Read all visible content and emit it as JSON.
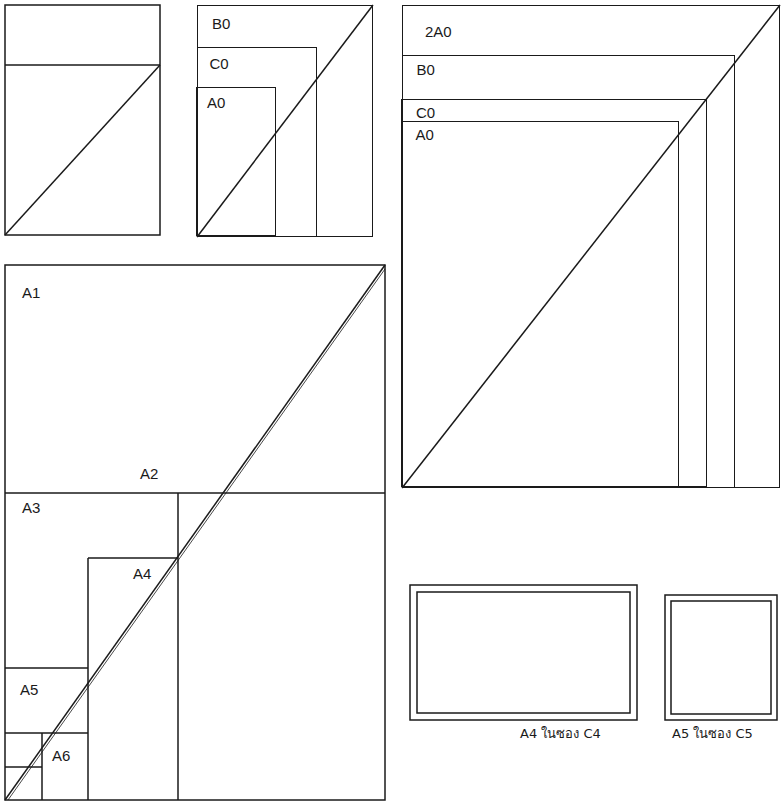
{
  "diagram": {
    "nodes": [
      {
        "text": [
          "B0"
        ]
      },
      {
        "text": [
          "C0"
        ],
        "in": 0
      },
      {
        "text": [
          "A0"
        ],
        "in": 1
      },
      {
        "text": [
          "2A0"
        ]
      },
      {
        "text": [
          "B0"
        ],
        "in": 3
      },
      {
        "text": [
          "C0"
        ],
        "in": 4
      },
      {
        "text": [
          "A0"
        ],
        "in": 5
      }
    ],
    "labels": [
      "A1",
      "A2",
      "A3",
      "A4",
      "A5",
      "A6",
      "A4 ในซอง C4",
      "A5 ในซอง C5"
    ]
  }
}
